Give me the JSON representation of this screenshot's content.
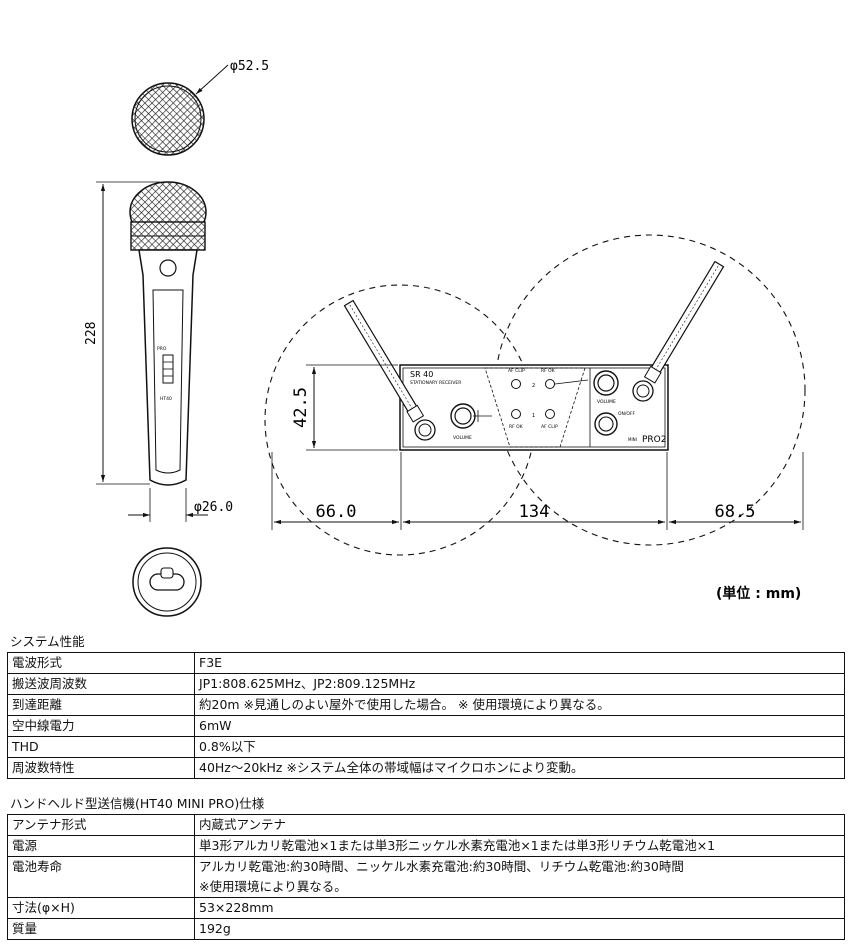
{
  "drawing": {
    "mic_head_diameter": "φ52.5",
    "mic_length": "228",
    "mic_handle_diameter": "φ26.0",
    "mic_body_text": {
      "logo": "PRO",
      "model": "HT40"
    },
    "receiver": {
      "model": "SR 40",
      "subtitle": "STATIONARY RECEIVER",
      "volume_left": "VOLUME",
      "af_clip": "AF CLIP",
      "rf_ok": "RF OK",
      "ch1": "1",
      "ch2": "2",
      "volume_right": "VOLUME",
      "on_off": "ON/OFF",
      "brand": "PRO2",
      "mini": "MINI"
    },
    "dim_height": "42.5",
    "dim_left": "66.0",
    "dim_center": "134",
    "dim_right": "68.5",
    "unit_note": "(単位 : mm)"
  },
  "system": {
    "title": "システム性能",
    "rows": [
      {
        "label": "電波形式",
        "value": [
          "F3E"
        ]
      },
      {
        "label": "搬送波周波数",
        "value": [
          "JP1:808.625MHz、JP2:809.125MHz"
        ]
      },
      {
        "label": "到達距離",
        "value": [
          "約20m ※見通しのよい屋外で使用した場合。 ※ 使用環境により異なる。"
        ]
      },
      {
        "label": "空中線電力",
        "value": [
          "6mW"
        ]
      },
      {
        "label": "THD",
        "value": [
          "0.8%以下"
        ]
      },
      {
        "label": "周波数特性",
        "value": [
          "40Hz～20kHz ※システム全体の帯域幅はマイクロホンにより変動。"
        ]
      }
    ]
  },
  "handheld": {
    "title": "ハンドヘルド型送信機(HT40 MINI PRO)仕様",
    "rows": [
      {
        "label": "アンテナ形式",
        "value": [
          "内蔵式アンテナ"
        ]
      },
      {
        "label": "電源",
        "value": [
          "単3形アルカリ乾電池×1または単3形ニッケル水素充電池×1または単3形リチウム乾電池×1"
        ]
      },
      {
        "label": "電池寿命",
        "value": [
          "アルカリ乾電池:約30時間、ニッケル水素充電池:約30時間、リチウム乾電池:約30時間",
          "※使用環境により異なる。"
        ]
      },
      {
        "label": "寸法(φ×H)",
        "value": [
          "53×228mm"
        ]
      },
      {
        "label": "質量",
        "value": [
          "192g"
        ]
      }
    ]
  }
}
